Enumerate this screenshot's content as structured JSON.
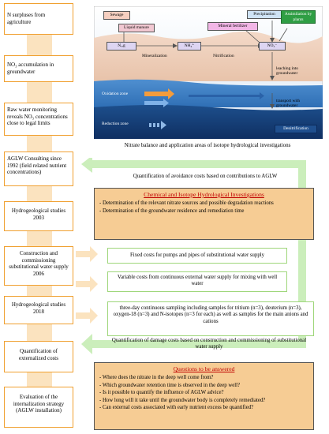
{
  "flow_steps": [
    {
      "label": "N surpluses from agriculture"
    },
    {
      "label": "NO₃ accumulation in groundwater"
    },
    {
      "label": "Raw water monitoring reveals NO₃ concentrations close to legal limits"
    },
    {
      "label": "AGLW Consulting since 1992 (field related nutrient concentrations)"
    },
    {
      "label": "Hydrogeological studies 2003"
    },
    {
      "label": "Construction and commissioning substitutional water supply 2006"
    },
    {
      "label": "Hydrogeological studies 2018"
    },
    {
      "label": "Quantification of externalized costs"
    },
    {
      "label": "Evaluation of the internalization strategy (AGLW installation)"
    }
  ],
  "diagram": {
    "labels": {
      "sewage": "Sewage",
      "liquid_manure": "Liquid manure",
      "precipitation": "Precipitation",
      "assimilation": "Assimilation by plants",
      "mineral_fertilizer": "Mineral fertilizer",
      "n_org": "Nₒᵣg",
      "nh4": "NH₄⁺",
      "no3": "NO₃⁻",
      "mineralization": "Mineralization",
      "nitrification": "Nitrification",
      "leaching": "leaching into groundwater",
      "oxidation_zone": "Oxidation zone",
      "reduction_zone": "Reduction zone",
      "transport": "transport with groundwater",
      "denitrification": "Denitrification"
    },
    "caption": "Nitrate balance and application areas of isotope hydrological investigations"
  },
  "flow_note_top": "Quantification of avoidance costs based on contributions to AGLW",
  "chemical_box": {
    "title": "Chemical and Isotope Hydrological Investigations",
    "items": [
      "Determination of the relevant nitrate sources and possible degradation reactions",
      "Determination of the groundwater residence and remediation time"
    ]
  },
  "cost_boxes": [
    {
      "text": "Fixed costs for pumps and pipes of substitutional water supply"
    },
    {
      "text": "Variable costs from continuous external water supply for mixing with well water"
    },
    {
      "text": "three-day continuous sampling including samples for tritium (n=3), deuterium (n=3), oxygen-18 (n=3) and N-isotopes (n=3 for each) as well as samples for the main anions and cations"
    }
  ],
  "flow_note_bottom": "Quantification of damage costs based on construction and commissioning of substitutional water supply",
  "questions_box": {
    "title": "Questions to be answered",
    "items": [
      "Where does the nitrate in the deep well come from?",
      "Which groundwater retention time is observed in the deep well?",
      "Is it possible to quantify the influence of AGLW advice?",
      "How long will it take until the groundwater body is completely remediated?",
      "Can external costs associated with early nutrient excess be quantified?"
    ]
  },
  "colors": {
    "box_border": "#f0a030",
    "chevron": "#fbe3bf",
    "green": "#9ed67a",
    "orange_fill": "#f6cc94",
    "title_red": "#c00000"
  }
}
